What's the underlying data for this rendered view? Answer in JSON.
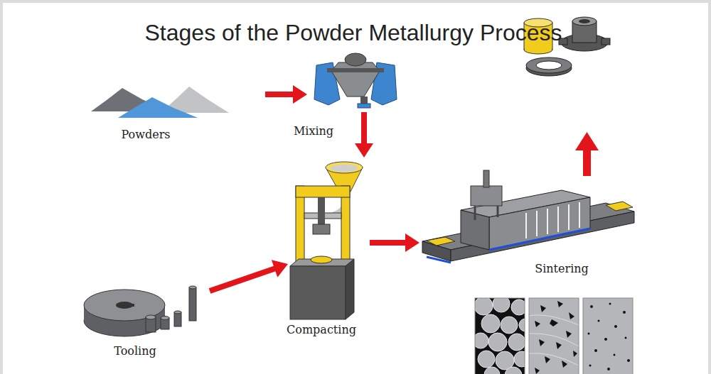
{
  "diagram": {
    "title": "Stages of the Powder Metallurgy Process",
    "nodes": [
      {
        "text": [
          "Powders"
        ]
      },
      {
        "text": [
          "Mixing"
        ]
      },
      {
        "text": [
          "Tooling"
        ]
      },
      {
        "text": [
          "Compacting"
        ]
      },
      {
        "text": [
          "Sintering"
        ]
      }
    ],
    "edges": [
      {
        "from": 0,
        "to": 1,
        "arrow": "to"
      },
      {
        "from": 1,
        "to": 3,
        "arrow": "to"
      },
      {
        "from": 2,
        "to": 3,
        "arrow": "to"
      },
      {
        "from": 3,
        "to": 4,
        "arrow": "to"
      }
    ]
  }
}
